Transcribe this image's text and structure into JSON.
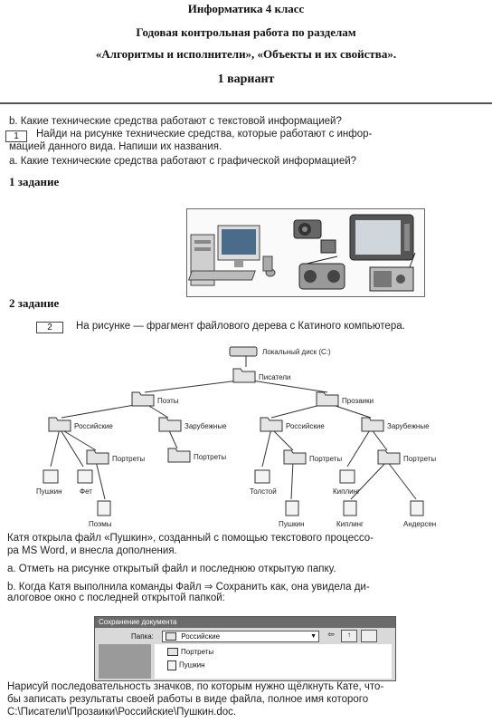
{
  "header": {
    "line1": "Информатика 4 класс",
    "line2": "Годовая контрольная работа по разделам",
    "line3": "«Алгоритмы и исполнители», «Объекты и их свойства».",
    "variant": "1 вариант"
  },
  "questions_top": {
    "b": "b. Какие технические средства работают с текстовой информацией?",
    "box": "1",
    "find1": "Найди на рисунке технические средства, которые работают с инфор-",
    "find2": "мацией данного вида. Напиши их названия.",
    "a": "a. Какие технические средства работают с графической информацией?"
  },
  "task1": {
    "label": "1 задание"
  },
  "task2": {
    "label": "2 задание",
    "box": "2",
    "intro": "На рисунке — фрагмент файлового дерева с Катиного компьютера."
  },
  "tree": {
    "root": "Локальный диск (С:)",
    "writers": "Писатели",
    "poets": "Поэты",
    "prose": "Прозаики",
    "ru1": "Российские",
    "foreign1": "Зарубежные",
    "ru2": "Российские",
    "foreign2": "Зарубежные",
    "portraits1": "Портреты",
    "portraits2": "Портреты",
    "portraits3": "Портреты",
    "portraits4": "Портреты",
    "pushkin": "Пушкин",
    "fet": "Фет",
    "poems": "Поэмы",
    "tolstoy": "Толстой",
    "pushkin_file": "Пушкин",
    "kipling": "Киплинг",
    "kipling_file": "Киплинг",
    "andersen": "Андерсен"
  },
  "body": {
    "p1": "Катя открыла файл «Пушкин», созданный с помощью текстового процессо-",
    "p2": "ра MS Word, и внесла дополнения.",
    "qa": "a. Отметь на рисунке открытый файл и последнюю открытую папку.",
    "qb1": "b. Когда Катя выполнила команды Файл ⇒ Сохранить как, она увидела ди-",
    "qb2": "алоговое окно с последней открытой папкой:"
  },
  "dialog": {
    "title": "Сохранение документа",
    "folder_label": "Папка:",
    "folder_value": "Российские",
    "item1": "Портреты",
    "item2": "Пушкин"
  },
  "footer": {
    "l1": "Нарисуй последовательность значков, по которым нужно щёлкнуть Кате, что-",
    "l2": "бы записать результаты своей работы в виде файла, полное имя которого",
    "l3": "С:\\Писатели\\Прозаики\\Российские\\Пушкин.doc."
  }
}
